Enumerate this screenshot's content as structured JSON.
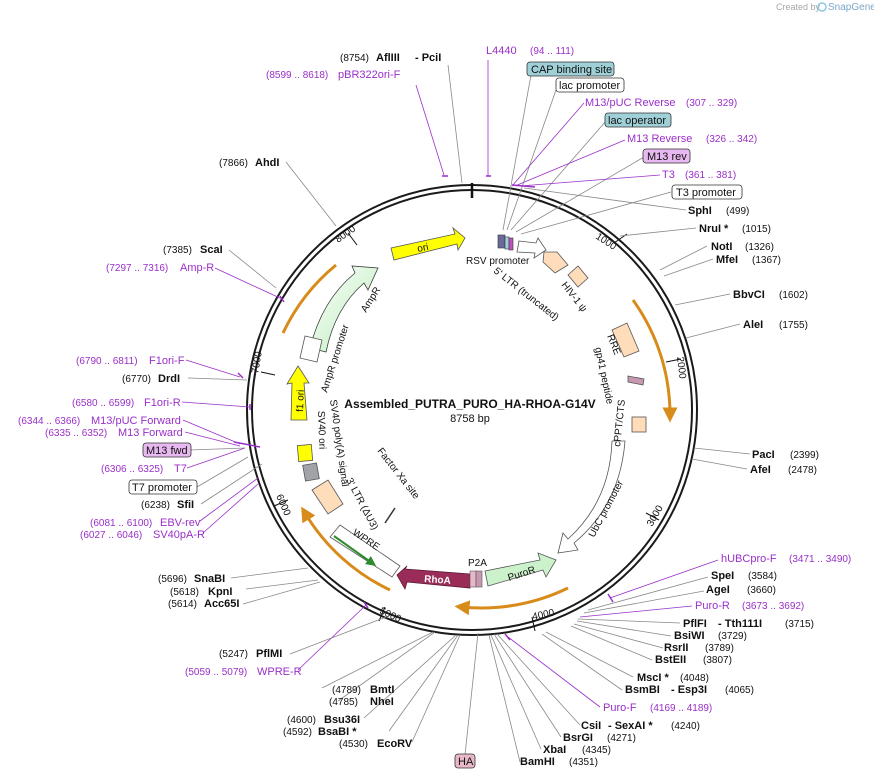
{
  "credit": "Created by",
  "brand": "SnapGene",
  "plasmid": {
    "name": "Assembled_PUTRA_PURO_HA-RHOA-G14V",
    "size": "8758 bp"
  },
  "ticks": [
    "1000",
    "2000",
    "3000",
    "4000",
    "5000",
    "6000",
    "7000",
    "8000"
  ],
  "enzymes": {
    "afliii": "AflIII",
    "afliii_pos": "(8754)",
    "pcii": "- PciI",
    "ahdi": "AhdI",
    "ahdi_pos": "(7866)",
    "scai": "ScaI",
    "scai_pos": "(7385)",
    "drdi": "DrdI",
    "drdi_pos": "(6770)",
    "sfii": "SfiI",
    "sfii_pos": "(6238)",
    "snabi": "SnaBI",
    "snabi_pos": "(5696)",
    "kpni": "KpnI",
    "kpni_pos": "(5618)",
    "acc65i": "Acc65I",
    "acc65i_pos": "(5614)",
    "pflmi": "PflMI",
    "pflmi_pos": "(5247)",
    "bmti": "BmtI",
    "bmti_pos": "(4789)",
    "nhei": "NheI",
    "nhei_pos": "(4785)",
    "bsu36i": "Bsu36I",
    "bsu36i_pos": "(4600)",
    "bsabi": "BsaBI *",
    "bsabi_pos": "(4592)",
    "ecorv": "EcoRV",
    "ecorv_pos": "(4530)",
    "sphi": "SphI",
    "sphi_pos": "(499)",
    "nrui": "NruI *",
    "nrui_pos": "(1015)",
    "noti": "NotI",
    "noti_pos": "(1326)",
    "mfei": "MfeI",
    "mfei_pos": "(1367)",
    "bbvci": "BbvCI",
    "bbvci_pos": "(1602)",
    "alei": "AleI",
    "alei_pos": "(1755)",
    "paci": "PacI",
    "paci_pos": "(2399)",
    "afei": "AfeI",
    "afei_pos": "(2478)",
    "spei": "SpeI",
    "spei_pos": "(3584)",
    "agei": "AgeI",
    "agei_pos": "(3660)",
    "pflfi": "PflFI",
    "tth111i": "- Tth111I",
    "tth111i_pos": "(3715)",
    "bsiwi": "BsiWI",
    "bsiwi_pos": "(3729)",
    "rsrii": "RsrII",
    "rsrii_pos": "(3789)",
    "bsteii": "BstEII",
    "bsteii_pos": "(3807)",
    "msci": "MscI *",
    "msci_pos": "(4048)",
    "bsmbi": "BsmBI",
    "esp3i": "- Esp3I",
    "esp3i_pos": "(4065)",
    "csii": "CsiI",
    "sexai": "- SexAI *",
    "sexai_pos": "(4240)",
    "bsrgi": "BsrGI",
    "bsrgi_pos": "(4271)",
    "xbai": "XbaI",
    "xbai_pos": "(4345)",
    "bamhi": "BamHI",
    "bamhi_pos": "(4351)"
  },
  "primers": {
    "pbr322": "pBR322ori-F",
    "pbr322_pos": "(8599 .. 8618)",
    "ampr": "Amp-R",
    "ampr_pos": "(7297 .. 7316)",
    "f1orif": "F1ori-F",
    "f1orif_pos": "(6790 .. 6811)",
    "f1orir": "F1ori-R",
    "f1orir_pos": "(6580 .. 6599)",
    "m13pucf": "M13/pUC Forward",
    "m13pucf_pos": "(6344 .. 6366)",
    "m13f": "M13 Forward",
    "m13f_pos": "(6335 .. 6352)",
    "t7": "T7",
    "t7_pos": "(6306 .. 6325)",
    "ebvrev": "EBV-rev",
    "ebvrev_pos": "(6081 .. 6100)",
    "sv40par": "SV40pA-R",
    "sv40par_pos": "(6027 .. 6046)",
    "wprer": "WPRE-R",
    "wprer_pos": "(5059 .. 5079)",
    "l4440": "L4440",
    "l4440_pos": "(94 .. 111)",
    "m13pucr": "M13/pUC Reverse",
    "m13pucr_pos": "(307 .. 329)",
    "m13r": "M13 Reverse",
    "m13r_pos": "(326 .. 342)",
    "t3": "T3",
    "t3_pos": "(361 .. 381)",
    "hubcprof": "hUBCpro-F",
    "hubcprof_pos": "(3471 .. 3490)",
    "puror": "Puro-R",
    "puror_pos": "(3673 .. 3692)",
    "purof": "Puro-F",
    "purof_pos": "(4169 .. 4189)"
  },
  "boxes": {
    "cap": "CAP binding site",
    "lacp": "lac promoter",
    "laco": "lac operator",
    "m13rev": "M13 rev",
    "t3p": "T3 promoter",
    "m13fwd": "M13 fwd",
    "t7p": "T7 promoter",
    "ha": "HA"
  },
  "features": {
    "ori": "ori",
    "ampr": "AmpR",
    "amprp": "AmpR promoter",
    "f1ori": "f1 ori",
    "sv40ori": "SV40 ori",
    "sv40pa": "SV40 poly(A) signal",
    "ltr3": "3' LTR (ΔU3)",
    "factorxa": "Factor Xa site",
    "wpre": "WPRE",
    "rhoa": "RhoA",
    "p2a": "P2A",
    "puror": "PuroR",
    "ubcp": "UbC promoter",
    "cppt": "cPPT/CTS",
    "gp41": "gp41 peptide",
    "rre": "RRE",
    "hiv1": "HIV-1 ψ",
    "ltr5": "5' LTR (truncated)",
    "rsvp": "RSV promoter"
  },
  "colors": {
    "backbone": "#1a1a1a",
    "primer": "#9a2fc9",
    "ori": "#ffff00",
    "ampr": "#ccf2cc",
    "ltr": "#ffddbb",
    "rhoa": "#9a2c5a",
    "orange": "#d98b1a",
    "boxteal": "#9fd0d8",
    "boxpurple": "#e8b8f0",
    "haPink": "#e8b8c8"
  }
}
